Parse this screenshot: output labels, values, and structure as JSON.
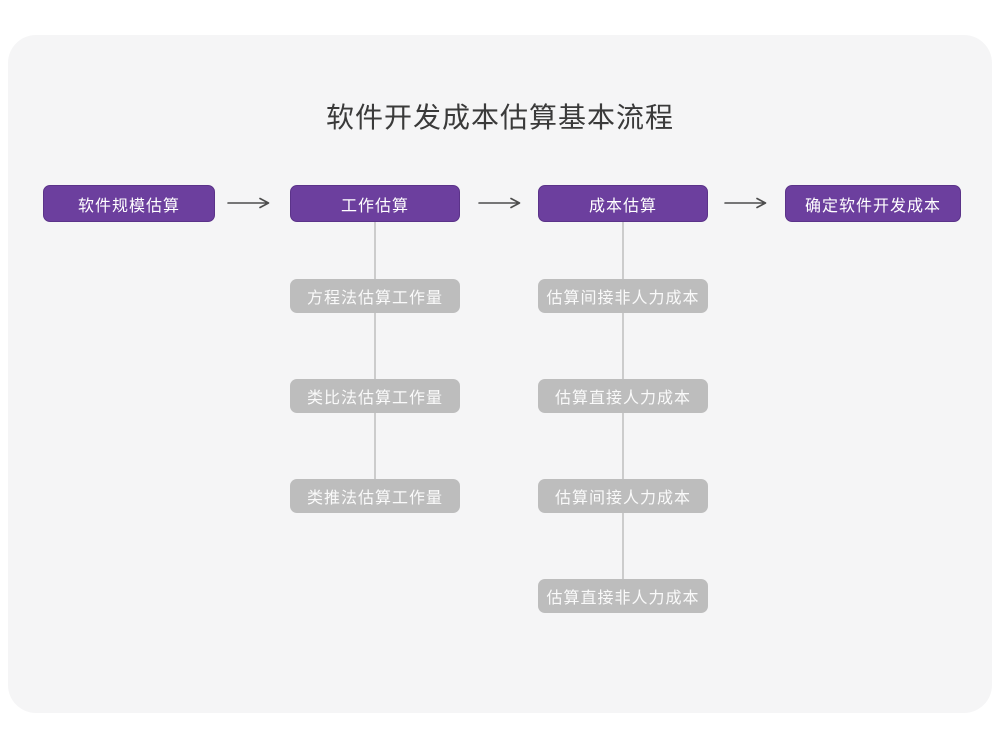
{
  "title": "软件开发成本估算基本流程",
  "colors": {
    "primary": "#6c3f9e",
    "primary_border": "#5b3389",
    "secondary": "#bdbdbd",
    "connector": "#cccccc",
    "arrow": "#4d4d4d",
    "title_text": "#3a3a3a",
    "panel_background": "#f5f5f6",
    "page_background": "#ffffff"
  },
  "flow": {
    "stages": [
      {
        "id": "scale",
        "label": "软件规模估算",
        "children": []
      },
      {
        "id": "effort",
        "label": "工作估算",
        "children": [
          "方程法估算工作量",
          "类比法估算工作量",
          "类推法估算工作量"
        ]
      },
      {
        "id": "cost",
        "label": "成本估算",
        "children": [
          "估算间接非人力成本",
          "估算直接人力成本",
          "估算间接人力成本",
          "估算直接非人力成本"
        ]
      },
      {
        "id": "final",
        "label": "确定软件开发成本",
        "children": []
      }
    ]
  }
}
